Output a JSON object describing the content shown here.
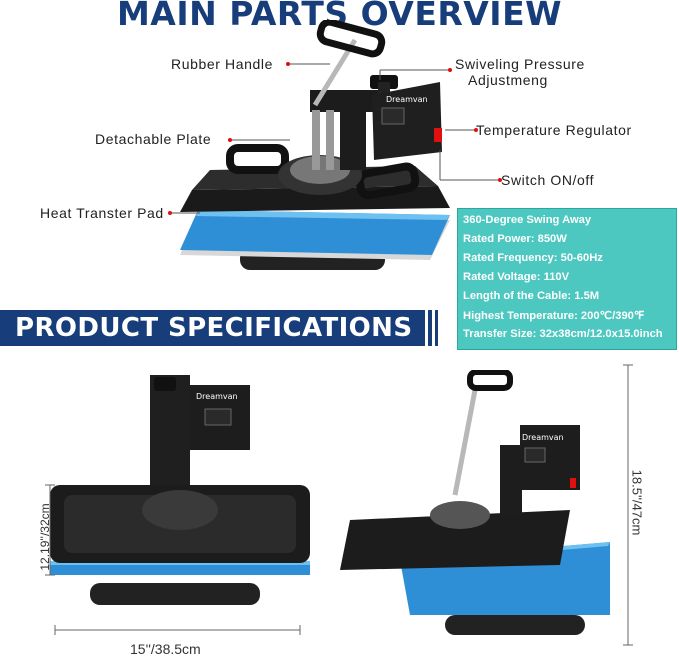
{
  "title": "MAIN PARTS OVERVIEW",
  "callouts": {
    "rubber_handle": "Rubber Handle",
    "swiveling_line1": "Swiveling Pressure",
    "swiveling_line2": "Adjustmeng",
    "detachable_plate": "Detachable Plate",
    "temperature_regulator": "Temperature Regulator",
    "switch": "Switch ON/off",
    "heat_transfer_pad": "Heat Transter Pad"
  },
  "brand": "Dreamvan",
  "specs": [
    "360-Degree Swing Away",
    "Rated Power: 850W",
    "Rated Frequency: 50-60Hz",
    "Rated Voltage: 110V",
    "Length of the Cable: 1.5M",
    "Highest Temperature: 200℃/390℉",
    "Transfer Size: 32x38cm/12.0x15.0inch"
  ],
  "banner": "PRODUCT SPECIFICATIONS",
  "dimensions": {
    "depth": "12.19''/32cm",
    "width": "15''/38.5cm",
    "height": "18.5''/47cm"
  },
  "colors": {
    "title": "#173d7a",
    "specs_bg": "#4cc8c0",
    "banner": "#173d7a",
    "pad": "#2f8fd6",
    "leader_dot": "#e01010"
  }
}
